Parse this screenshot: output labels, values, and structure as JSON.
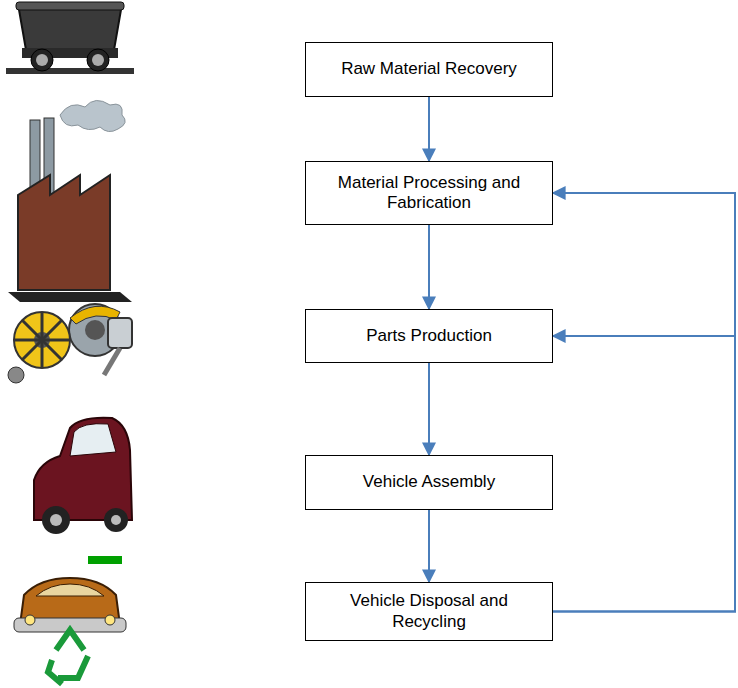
{
  "diagram": {
    "nodes": [
      {
        "text": [
          "Raw Material Recovery"
        ]
      },
      {
        "text": [
          "Material Processing and Fabrication"
        ]
      },
      {
        "text": [
          "Parts Production"
        ]
      },
      {
        "text": [
          "Vehicle Assembly"
        ]
      },
      {
        "text": [
          "Vehicle Disposal and Recycling"
        ]
      }
    ],
    "edges": [
      {
        "from": 0,
        "to": 1,
        "arrow": "to"
      },
      {
        "from": 1,
        "to": 2,
        "arrow": "to"
      },
      {
        "from": 2,
        "to": 3,
        "arrow": "to"
      },
      {
        "from": 3,
        "to": 4,
        "arrow": "to"
      },
      {
        "from": 4,
        "to": 1,
        "arrow": "to"
      },
      {
        "from": 4,
        "to": 2,
        "arrow": "to"
      }
    ]
  }
}
